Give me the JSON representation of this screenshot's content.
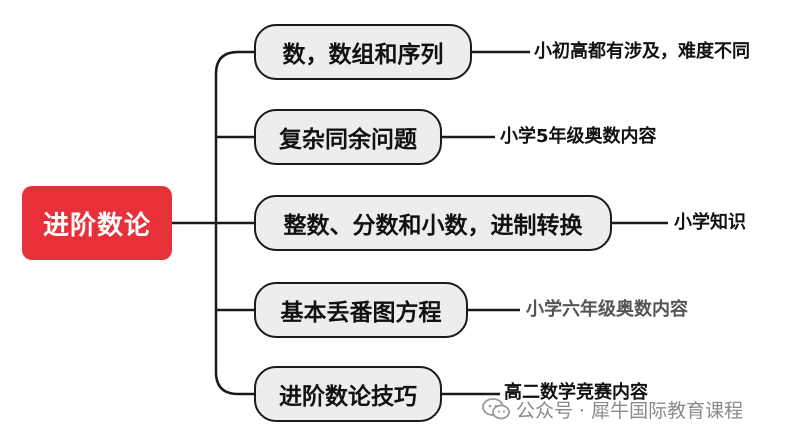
{
  "root": {
    "label": "进阶数论"
  },
  "branches": [
    {
      "label": "数，数组和序列",
      "note": "小初高都有涉及，难度不同"
    },
    {
      "label": "复杂同余问题",
      "note": "小学5年级奥数内容"
    },
    {
      "label": "整数、分数和小数，进制转换",
      "note": "小学知识"
    },
    {
      "label": "基本丢番图方程",
      "note": "小学六年级奥数内容"
    },
    {
      "label": "进阶数论技巧",
      "note": "高二数学竞赛内容"
    }
  ],
  "watermark": {
    "text": "公众号 · 犀牛国际教育课程",
    "icon": "wechat-icon"
  },
  "colors": {
    "root_bg": "#e8303a",
    "node_bg": "#ededed",
    "line": "#1a1a1a"
  }
}
